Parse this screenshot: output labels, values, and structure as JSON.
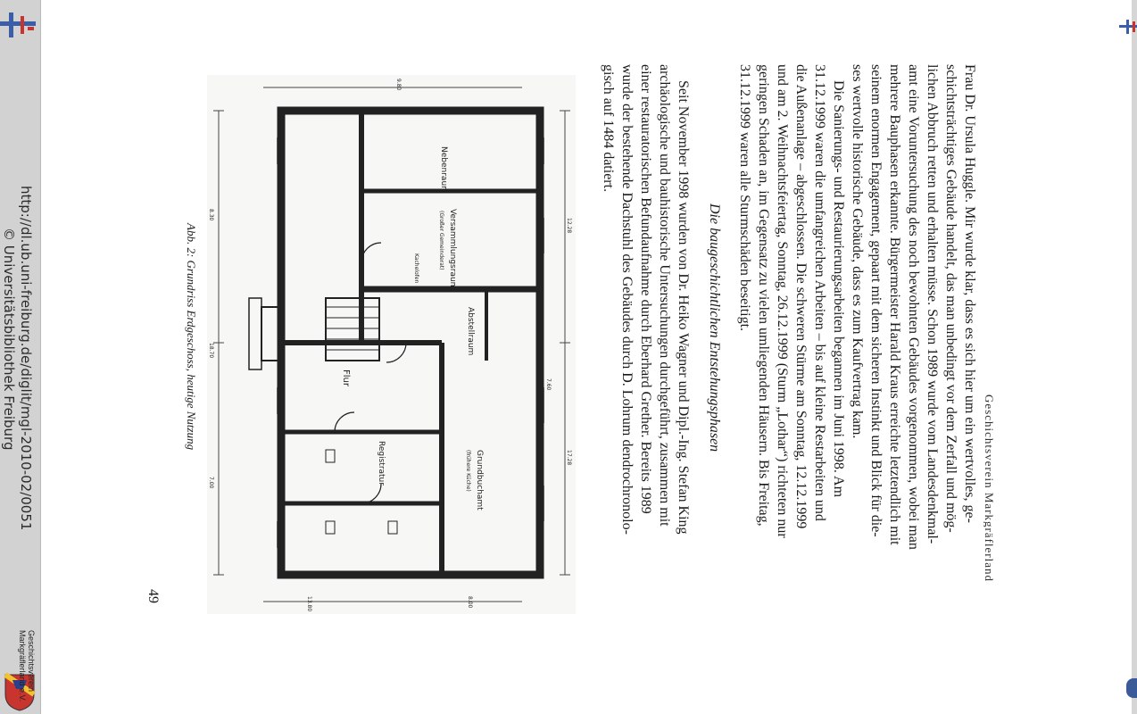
{
  "sidebar": {
    "url": "http://dl.ub.uni-freiburg.de/diglit/mgl-2010-02/0051",
    "copyright": "© Universitätsbibliothek Freiburg",
    "society_line1": "Geschichtsverein",
    "society_line2": "Markgräflerland e.V."
  },
  "page": {
    "running_head": "Geschichtsverein Markgräflerland",
    "lines": [
      "Frau Dr. Ursula Huggle. Mir wurde klar, dass es sich hier um ein wertvolles, ge-",
      "schichtsträchtiges Gebäude handelt, das man unbedingt vor dem Zerfall und mög-",
      "lichen Abbruch retten und erhalten müsse. Schon 1989 wurde vom Landesdenkmal-",
      "amt eine Voruntersuchung des noch bewohnten Gebäudes vorgenommen, wobei man",
      "mehrere Bauphasen erkannte. Bürgermeister Harald Kraus erreichte letztendlich mit",
      "seinem enormen Engagement, gepaart mit dem sicheren Instinkt und Blick für die-",
      "ses wertvolle historische Gebäude, dass es zum Kaufvertrag kam.",
      "Die Sanierungs- und Restaurierungsarbeiten begannen im Juni 1998. Am",
      "31.12.1999 waren die umfangreichen Arbeiten – bis auf kleine Restarbeiten und",
      "die Außenanlage – abgeschlossen. Die schweren Stürme am Sonntag, 12.12.1999",
      "und am 2. Weihnachtsfeiertag, Sonntag, 26.12.1999 (Sturm „Lothar“) richteten nur",
      "geringen Schaden an, im Gegensatz zu vielen umliegenden Häusern. Bis Freitag,",
      "31.12.1999 waren alle Sturmschäden beseitigt."
    ],
    "heading": "Die baugeschichtlichen Entstehungsphasen",
    "lines2": [
      "Seit November 1998 wurden von Dr. Heiko Wagner und Dipl.-Ing. Stefan King",
      "archäologische und bauhistorische Untersuchungen durchgeführt, zusammen mit",
      "einer restauratorischen Befundaufnahme durch Eberhard Grether. Bereits 1989",
      "wurde der bestehende Dachstuhl des Gebäudes durch D. Lohrum dendrochronolo-",
      "gisch auf 1484 datiert."
    ],
    "caption": "Abb. 2: Grundriss Erdgeschoss, heutige Nutzung",
    "page_number": "49"
  },
  "floorplan": {
    "rooms": {
      "nebenraum": "Nebenraum",
      "versammlungsraum": "Versammlungsraum",
      "versammlungsraum_sub": "(Großer Gemeinderat)",
      "kachelofen": "Kachelofen",
      "abstellraum": "Abstellraum",
      "flur": "Flur",
      "grundbuchamt": "Grundbuchamt",
      "grundbuchamt_sub": "(frühere Küche)",
      "registratur": "Registratur"
    },
    "dimensions": {
      "d1": "12.28",
      "d2": "8.30",
      "d3": "9.80",
      "d4": "18.70",
      "d5": "8.00",
      "d6": "17.28",
      "d7": "7.00",
      "d8": "7.60",
      "d9": "13.80"
    }
  }
}
